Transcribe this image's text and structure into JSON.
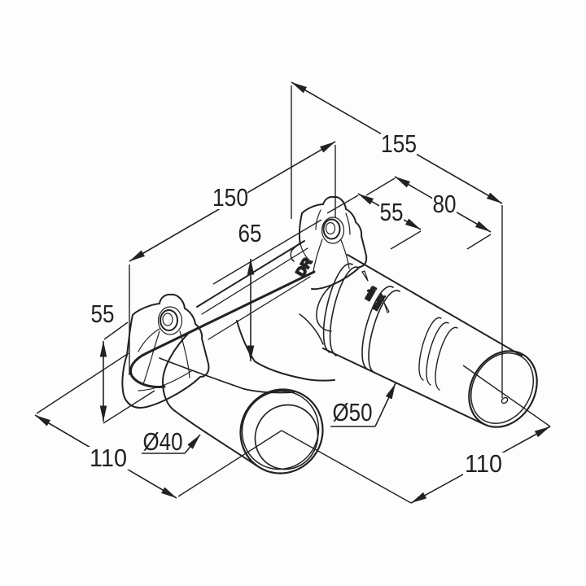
{
  "diagram": {
    "type": "isometric-technical-drawing",
    "dimensions": {
      "d150": "150",
      "d155": "155",
      "d65": "65",
      "d55_top": "55",
      "d80": "80",
      "d55_left": "55",
      "d110_left": "110",
      "d110_right": "110",
      "dia40": "Ø40",
      "dia50": "Ø50"
    },
    "markings": {
      "bracket_mark": "DR",
      "min_label": "min",
      "max_label": "max"
    },
    "colors": {
      "line": "#222222",
      "background": "#fdfdfd"
    }
  }
}
